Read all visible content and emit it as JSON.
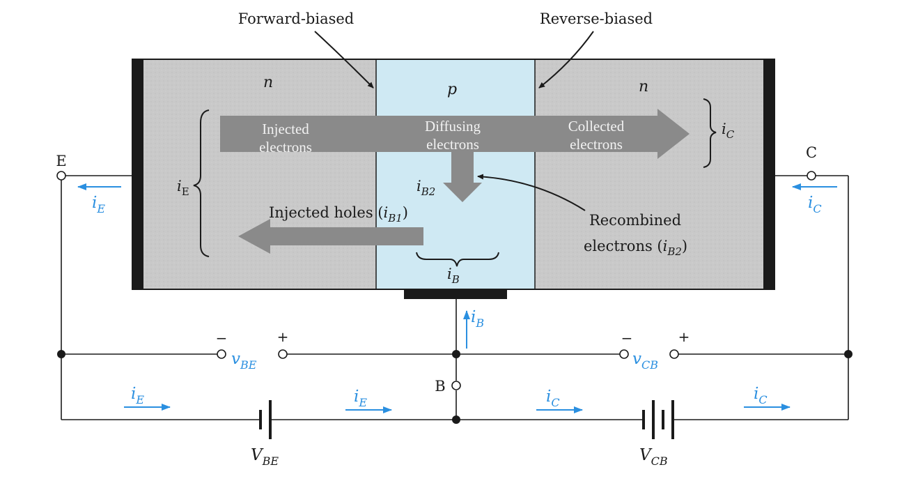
{
  "annotations": {
    "forward_biased": "Forward-biased",
    "reverse_biased": "Reverse-biased",
    "recombined_electrons": "Recombined",
    "recombined_electrons_2": "electrons (",
    "recombined_electrons_sym": "i",
    "recombined_electrons_sub": "B2",
    "recombined_electrons_close": ")"
  },
  "regions": {
    "emitter": "n",
    "base": "p",
    "collector": "n"
  },
  "flows": {
    "injected_electrons": [
      "Injected",
      "electrons"
    ],
    "diffusing_electrons": [
      "Diffusing",
      "electrons"
    ],
    "collected_electrons": [
      "Collected",
      "electrons"
    ],
    "injected_holes": "Injected holes (",
    "injected_holes_sym": "i",
    "injected_holes_sub": "B1",
    "injected_holes_close": ")"
  },
  "currents": {
    "i": "i",
    "E_sub": "E",
    "E_sub_upright": "E",
    "C_sub": "C",
    "B_sub": "B",
    "B2_sub": "B2"
  },
  "terminals": {
    "emitter": "E",
    "collector": "C",
    "base": "B"
  },
  "voltages": {
    "v": "v",
    "be_sub": "BE",
    "cb_sub": "CB",
    "V": "V",
    "minus": "−",
    "plus": "+"
  },
  "colors": {
    "current_blue": "#2a8fe0",
    "n_region": "#c8c8c8",
    "p_region": "#cfe9f3",
    "flow_arrow": "#8a8a8a",
    "contact": "#1a1a1a"
  }
}
